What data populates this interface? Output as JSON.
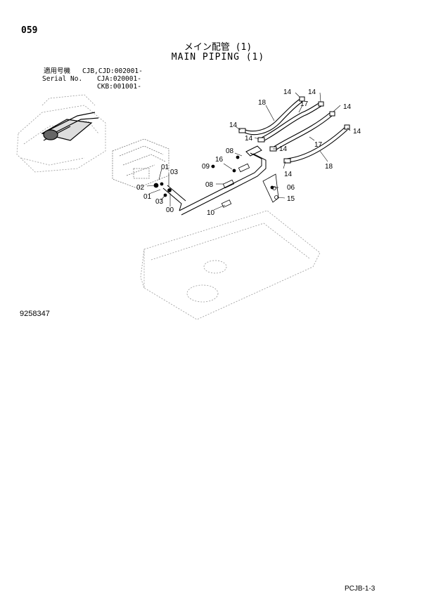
{
  "page_number": "059",
  "title_jp": "メイン配管 (1)",
  "title_en": "MAIN PIPING (1)",
  "serial": {
    "label_jp": "適用号機",
    "label_en": "Serial No.",
    "lines": [
      "CJB,CJD:002001-",
      "CJA:020001-",
      "CKB:001001-"
    ]
  },
  "callouts": {
    "c14a": "14",
    "c14b": "14",
    "c14c": "14",
    "c14d": "14",
    "c14e": "14",
    "c14f": "14",
    "c14g": "14",
    "c14h": "14",
    "c18a": "18",
    "c18b": "18",
    "c17a": "17",
    "c17b": "17",
    "c08a": "08",
    "c08b": "08",
    "c16": "16",
    "c09": "09",
    "c06": "06",
    "c15": "15",
    "c10": "10",
    "c01a": "01",
    "c01b": "01",
    "c02": "02",
    "c03a": "03",
    "c03b": "03",
    "c00": "00"
  },
  "drawing_number": "9258347",
  "footer_code": "PCJB-1-3"
}
